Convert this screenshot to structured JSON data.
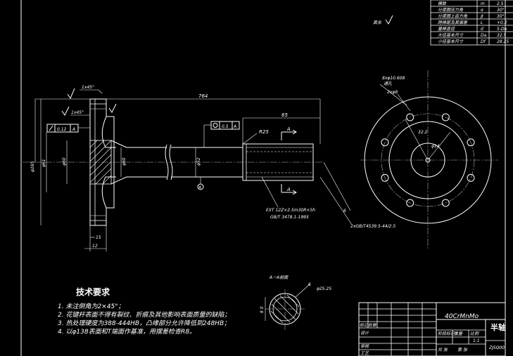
{
  "param_table": {
    "rows": [
      {
        "label": "模数",
        "symbol": "m",
        "value": "2.5"
      },
      {
        "label": "分度圆压力角",
        "symbol": "α",
        "value": "30°"
      },
      {
        "label": "分度圆上齿力角",
        "symbol": "β",
        "value": "30°"
      },
      {
        "label": "跨棒距及其偏差",
        "symbol": "L",
        "value": "+0.2"
      },
      {
        "label": "量棒直径",
        "symbol": "d",
        "value": "5-Do"
      },
      {
        "label": "大径基本尺寸",
        "symbol": "Da",
        "value": "32.5"
      },
      {
        "label": "小径基本尺寸",
        "symbol": "Df",
        "value": "28.25"
      }
    ]
  },
  "roughness_note": "其余",
  "main_view": {
    "chamfer_top": "1x45°",
    "chamfer_mid": "1x45°",
    "dim_overall": "764",
    "dim_spline_len": "65",
    "dim_radius": "R25",
    "dim_flange_left": "φ165",
    "dim_flange_inner": "φ61",
    "dim_hub": "φ60",
    "dim_shaft": "φ52",
    "dim_width": "12",
    "dim_flange_thk": "15",
    "tol_runout_main": "0.5",
    "tol_runout_datum": "A",
    "tol_perp_value": "0.12",
    "tol_perp_datum": "A",
    "datum_label": "A",
    "section_mark_top": "A",
    "section_mark_bottom": "A",
    "spline_note_1": "EXT 12Z×2.5m30R×5h",
    "spline_note_2": "GB/T 3478.1-1995",
    "thread_note": "2xGB/T4539.5-44/2.5",
    "angle_note": "6"
  },
  "side_view": {
    "hole_note_1": "8xφ10.608",
    "hole_note_2": "通孔",
    "pin_note": "2xφ8",
    "dim_pcd": "32.2",
    "dim_center": "φ14",
    "holes": 8
  },
  "section_view": {
    "title": "A－A剖面",
    "dim_a": "6",
    "dim_r": "φ25.25",
    "dim_h": "8 0"
  },
  "tech_requirements": {
    "title": "技术要求",
    "lines": [
      "1. 未注倒角为2×45°；",
      "2. 花键杆表面不得有裂纹、折痕及其他影响表面质量的缺陷；",
      "3. 热处理硬度为388-444HB，凸缘部分允许降低到248HB；",
      "4. 以φ138表面和T端面作基准，用摆差检查R8。"
    ]
  },
  "title_block": {
    "material": "40CrMnMo",
    "part_name": "半轴",
    "scale": "1:1",
    "drawing_no": "ZJSQ00",
    "labels": {
      "mark": "标记处数",
      "design": "设计",
      "review": "审核",
      "process": "工艺",
      "stage": "阶段标记",
      "weight": "重量",
      "ratio": "比例",
      "sheets": "共 张",
      "sheet": "第 张"
    }
  }
}
